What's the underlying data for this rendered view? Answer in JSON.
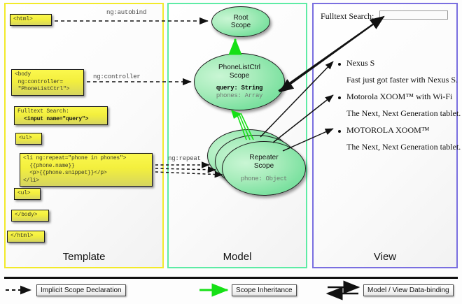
{
  "panels": {
    "template": {
      "label": "Template",
      "border_color": "#f2ea2a"
    },
    "model": {
      "label": "Model",
      "border_color": "#5eeba5"
    },
    "view": {
      "label": "View",
      "border_color": "#7a6fe0"
    }
  },
  "template_code": [
    {
      "id": "html-open",
      "text": "<html>"
    },
    {
      "id": "body-open",
      "text": "<body\n ng:controller=\n \"PhoneListCtrl\">"
    },
    {
      "id": "search",
      "text_plain": "Fulltext Search:",
      "text_bold": "  <input name=\"query\">"
    },
    {
      "id": "ul-open",
      "text": "<ul>"
    },
    {
      "id": "li-repeat",
      "text": "<li ng:repeat=\"phone in phones\">\n  {{phone.name}}\n  <p>{{phone.snippet}}</p>\n</li>"
    },
    {
      "id": "ul-close",
      "text": "<ul>"
    },
    {
      "id": "body-close",
      "text": "</body>"
    },
    {
      "id": "html-close",
      "text": "</html>"
    }
  ],
  "connector_labels": [
    {
      "id": "ng-autobind",
      "text": "ng:autobind"
    },
    {
      "id": "ng-controller",
      "text": "ng:controller"
    },
    {
      "id": "ng-repeat",
      "text": "ng:repeat"
    }
  ],
  "scopes": [
    {
      "id": "root-scope",
      "title_line1": "Root",
      "title_line2": "Scope",
      "properties": []
    },
    {
      "id": "phonelistctrl-scope",
      "title_line1": "PhoneListCtrl",
      "title_line2": "Scope",
      "properties": [
        {
          "text": "query: String",
          "style": "strong"
        },
        {
          "text": "phones: Array",
          "style": "dim"
        }
      ]
    },
    {
      "id": "repeater-scope",
      "title_line1": "Repeater",
      "title_line2": "Scope",
      "properties": [
        {
          "text": "phone: Object",
          "style": "dim"
        }
      ]
    }
  ],
  "view": {
    "search_label": "Fulltext Search:",
    "search_value": "",
    "items": [
      {
        "name": "Nexus S",
        "snippet": "Fast just got faster with Nexus S."
      },
      {
        "name": "Motorola XOOM™  with Wi-Fi",
        "snippet": "The Next, Next Generation tablet."
      },
      {
        "name": "MOTOROLA XOOM™",
        "snippet": "The Next, Next Generation tablet."
      }
    ]
  },
  "legend": [
    {
      "id": "implicit-scope-declaration",
      "label": "Implicit Scope Declaration",
      "arrow": "dashed-black"
    },
    {
      "id": "scope-inheritance",
      "label": "Scope Inheritance",
      "arrow": "solid-green"
    },
    {
      "id": "model-view-data-binding",
      "label": "Model / View Data-binding",
      "arrow": "double-black"
    }
  ],
  "colors": {
    "template_border": "#f2ea2a",
    "model_border": "#5eeba5",
    "view_border": "#7a6fe0",
    "code_fill": "#f3ef3d",
    "scope_fill": "#7fe2a2",
    "inheritance_arrow": "#16e016"
  }
}
